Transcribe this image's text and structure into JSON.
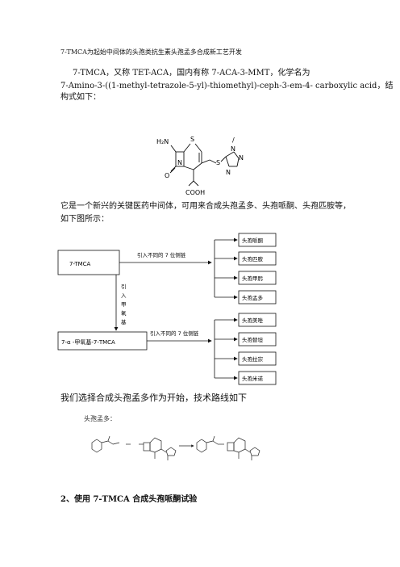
{
  "header": {
    "title": "7-TMCA为起始中间体的头孢类抗生素头孢孟多合成新工艺开发"
  },
  "intro": {
    "line1": "7-TMCA，又称 TET-ACA，国内有称 7-ACA-3-MMT，化学名为",
    "line2": "7-Amino-3-((1-methyl-tetrazole-5-yl)-thiomethyl)-ceph-3-em-4- carboxylic acid，结",
    "line3": "构式如下："
  },
  "structure_labels": {
    "amine": "H₂N",
    "s_ring": "S",
    "s_link": "S",
    "o": "O",
    "cooh": "COOH",
    "n1": "N",
    "n2": "N",
    "n3": "N",
    "n4": "N",
    "methyl": "/"
  },
  "para2": {
    "line1": "它是一个新兴的关键医药中间体，可用来合成头孢孟多、头孢哌酮、头孢匹胺等，",
    "line2": "如下图所示："
  },
  "flow": {
    "top_box": "7-TMCA",
    "bottom_box": "7-α -甲氧基-7-TMCA",
    "top_arrow_label": "引入不同的 7 位侧链",
    "bottom_arrow_label": "引入不同的 7 位侧链",
    "vertical_label": [
      "引",
      "入",
      "甲",
      "氧",
      "基"
    ],
    "top_targets": [
      "头孢哌酮",
      "头孢匹胺",
      "头孢甲肟",
      "头孢孟多"
    ],
    "bottom_targets": [
      "头孢美唑",
      "头孢替坦",
      "头孢拉宗",
      "头孢米诺"
    ]
  },
  "para3": {
    "text": "我们选择合成头孢孟多作为开始，技术路线如下"
  },
  "route": {
    "caption": "头孢孟多："
  },
  "section2": {
    "heading": "2、使用 7-TMCA 合成头孢哌酮试验"
  }
}
